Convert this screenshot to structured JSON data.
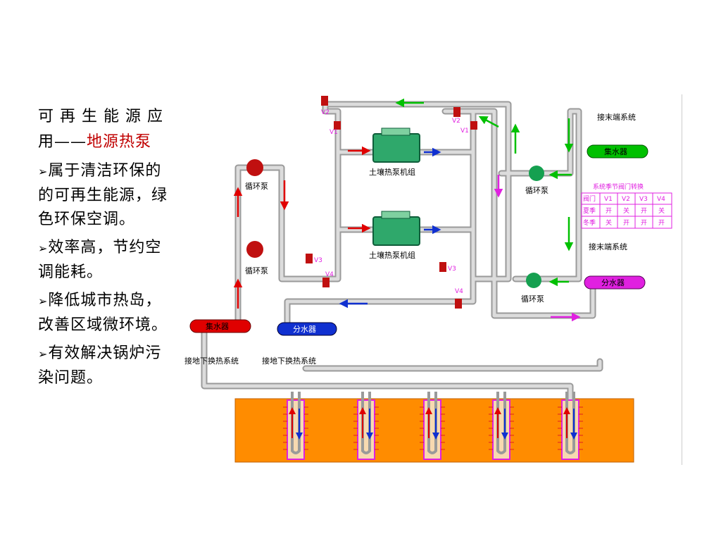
{
  "slide": {
    "title_line1": "可 再 生 能 源 应",
    "title_line2_prefix": "用——",
    "title_line2_accent": "地源热泵",
    "accent_color": "#c00000",
    "bullet_marker": "➢",
    "bullets": [
      "属于清洁环保的的可再生能源，绿色环保空调。",
      "效率高，节约空调能耗。",
      "降低城市热岛，改善区域微环境。",
      "有效解决锅炉污染问题。"
    ]
  },
  "diagram": {
    "unit_label": "土壤热泵机组",
    "pump_label": "循环泵",
    "collector_left": "集水器",
    "distributor_left": "分水器",
    "ground_label": "接地下换热系统",
    "terminal_label": "接末端系统",
    "collector_right": "集水器",
    "distributor_right": "分水器",
    "valves": [
      "V1",
      "V2",
      "V3",
      "V4"
    ],
    "season_table": {
      "title": "系统季节阀门转换",
      "headers": [
        "阀门",
        "V1",
        "V2",
        "V3",
        "V4"
      ],
      "rows": [
        [
          "夏季",
          "开",
          "关",
          "开",
          "关"
        ],
        [
          "冬季",
          "关",
          "开",
          "开",
          "开"
        ]
      ]
    },
    "colors": {
      "pipe": "#c8c8c8",
      "hot_flow": "#e00000",
      "cold_flow": "#1030d0",
      "green_flow": "#00c000",
      "magenta_flow": "#e020e0",
      "ground": "#ff8c00",
      "unit": "#2fa86b",
      "pump": "#c01010",
      "pump_right": "#15a050"
    }
  }
}
